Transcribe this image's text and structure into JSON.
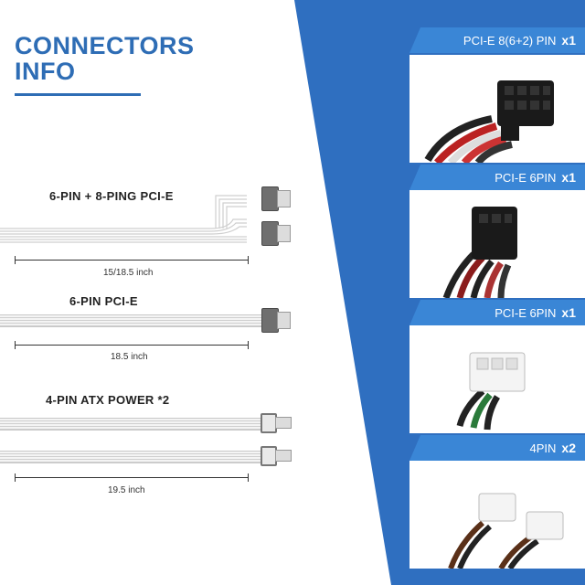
{
  "title": {
    "line1": "CONNECTORS",
    "line2": "INFO"
  },
  "colors": {
    "accent": "#2e6db5",
    "panel_blue": "#2f6fc0",
    "banner_blue": "#3a86d6"
  },
  "cables": [
    {
      "label": "6-PIN + 8-PING PCI-E",
      "length": "15/18.5 inch"
    },
    {
      "label": "6-PIN PCI-E",
      "length": "18.5 inch"
    },
    {
      "label": "4-PIN ATX POWER *2",
      "length": "19.5 inch"
    }
  ],
  "connectors": [
    {
      "name": "PCI-E 8(6+2) PIN",
      "qty": "x1"
    },
    {
      "name": "PCI-E 6PIN",
      "qty": "x1"
    },
    {
      "name": "PCI-E 6PIN",
      "qty": "x1"
    },
    {
      "name": "4PIN",
      "qty": "x2"
    }
  ]
}
